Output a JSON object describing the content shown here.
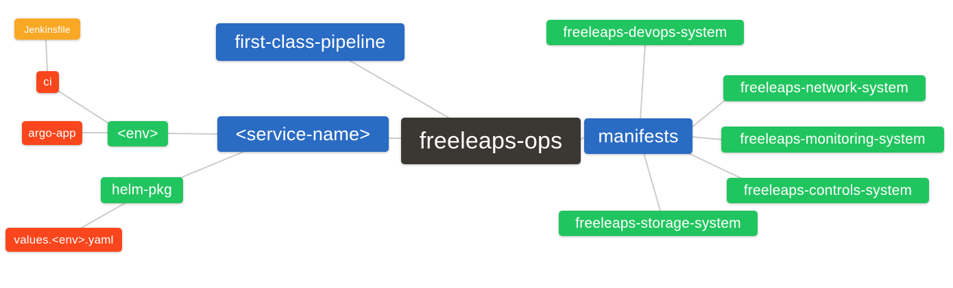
{
  "diagram": {
    "type": "mindmap",
    "background": "#ffffff",
    "connector_color": "#cccccc",
    "text_color": "#ffffff",
    "palette": {
      "blue": "#2a6bc4",
      "green": "#21c55f",
      "red_orange": "#fa461c",
      "amber": "#f9a825",
      "dark": "#3b3834"
    },
    "root": "freeleaps-ops",
    "nodes": {
      "jenkinsfile": {
        "label": "Jenkinsfile",
        "color": "#f9a825"
      },
      "ci": {
        "label": "ci",
        "color": "#fa461c"
      },
      "argo_app": {
        "label": "argo-app",
        "color": "#fa461c"
      },
      "env": {
        "label": "<env>",
        "color": "#21c55f"
      },
      "helm_pkg": {
        "label": "helm-pkg",
        "color": "#21c55f"
      },
      "values_env_yaml": {
        "label": "values.<env>.yaml",
        "color": "#fa461c"
      },
      "first_class_pipeline": {
        "label": "first-class-pipeline",
        "color": "#2a6bc4"
      },
      "service_name": {
        "label": "<service-name>",
        "color": "#2a6bc4"
      },
      "freeleaps_ops": {
        "label": "freeleaps-ops",
        "color": "#3b3834"
      },
      "manifests": {
        "label": "manifests",
        "color": "#2a6bc4"
      },
      "devops_system": {
        "label": "freeleaps-devops-system",
        "color": "#21c55f"
      },
      "network_system": {
        "label": "freeleaps-network-system",
        "color": "#21c55f"
      },
      "monitoring_system": {
        "label": "freeleaps-monitoring-system",
        "color": "#21c55f"
      },
      "controls_system": {
        "label": "freeleaps-controls-system",
        "color": "#21c55f"
      },
      "storage_system": {
        "label": "freeleaps-storage-system",
        "color": "#21c55f"
      }
    },
    "edges": [
      {
        "from": "jenkinsfile",
        "to": "ci"
      },
      {
        "from": "ci",
        "to": "env"
      },
      {
        "from": "argo_app",
        "to": "env"
      },
      {
        "from": "env",
        "to": "service_name"
      },
      {
        "from": "helm_pkg",
        "to": "service_name"
      },
      {
        "from": "values_env_yaml",
        "to": "helm_pkg"
      },
      {
        "from": "first_class_pipeline",
        "to": "freeleaps_ops"
      },
      {
        "from": "service_name",
        "to": "freeleaps_ops"
      },
      {
        "from": "freeleaps_ops",
        "to": "manifests"
      },
      {
        "from": "manifests",
        "to": "devops_system"
      },
      {
        "from": "manifests",
        "to": "network_system"
      },
      {
        "from": "manifests",
        "to": "monitoring_system"
      },
      {
        "from": "manifests",
        "to": "controls_system"
      },
      {
        "from": "manifests",
        "to": "storage_system"
      }
    ]
  }
}
